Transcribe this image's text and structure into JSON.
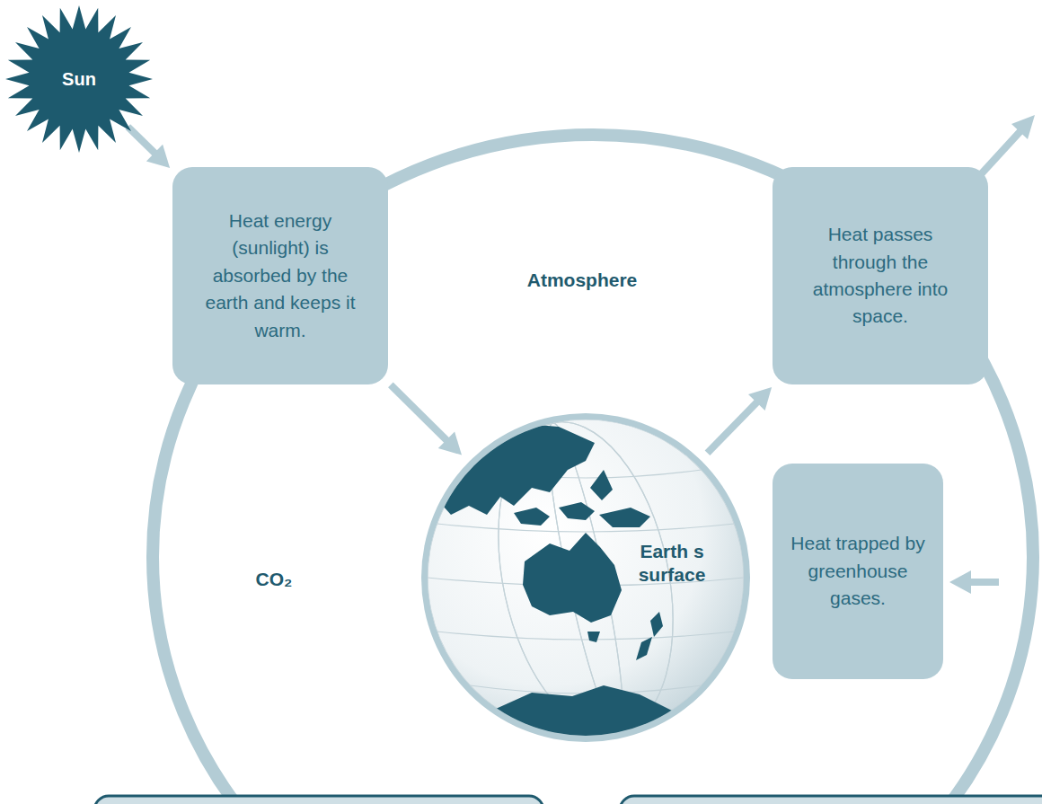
{
  "diagram": {
    "nodes": [
      {
        "text": [
          "Sun"
        ]
      },
      {
        "text": [
          "Heat energy (sunlight) is absorbed by the earth and keeps it warm."
        ]
      },
      {
        "text": [
          "Heat passes through the atmosphere into space."
        ]
      },
      {
        "text": [
          "Heat trapped by greenhouse gases."
        ]
      },
      {
        "text": [
          "Earth s surface"
        ]
      }
    ],
    "edges": [
      {
        "from": 0,
        "to": 1,
        "arrow": "to"
      },
      {
        "from": 1,
        "to": 4,
        "arrow": "to"
      },
      {
        "from": 4,
        "to": 2,
        "arrow": "to"
      }
    ],
    "labels": [
      "Atmosphere",
      "CO₂"
    ]
  }
}
